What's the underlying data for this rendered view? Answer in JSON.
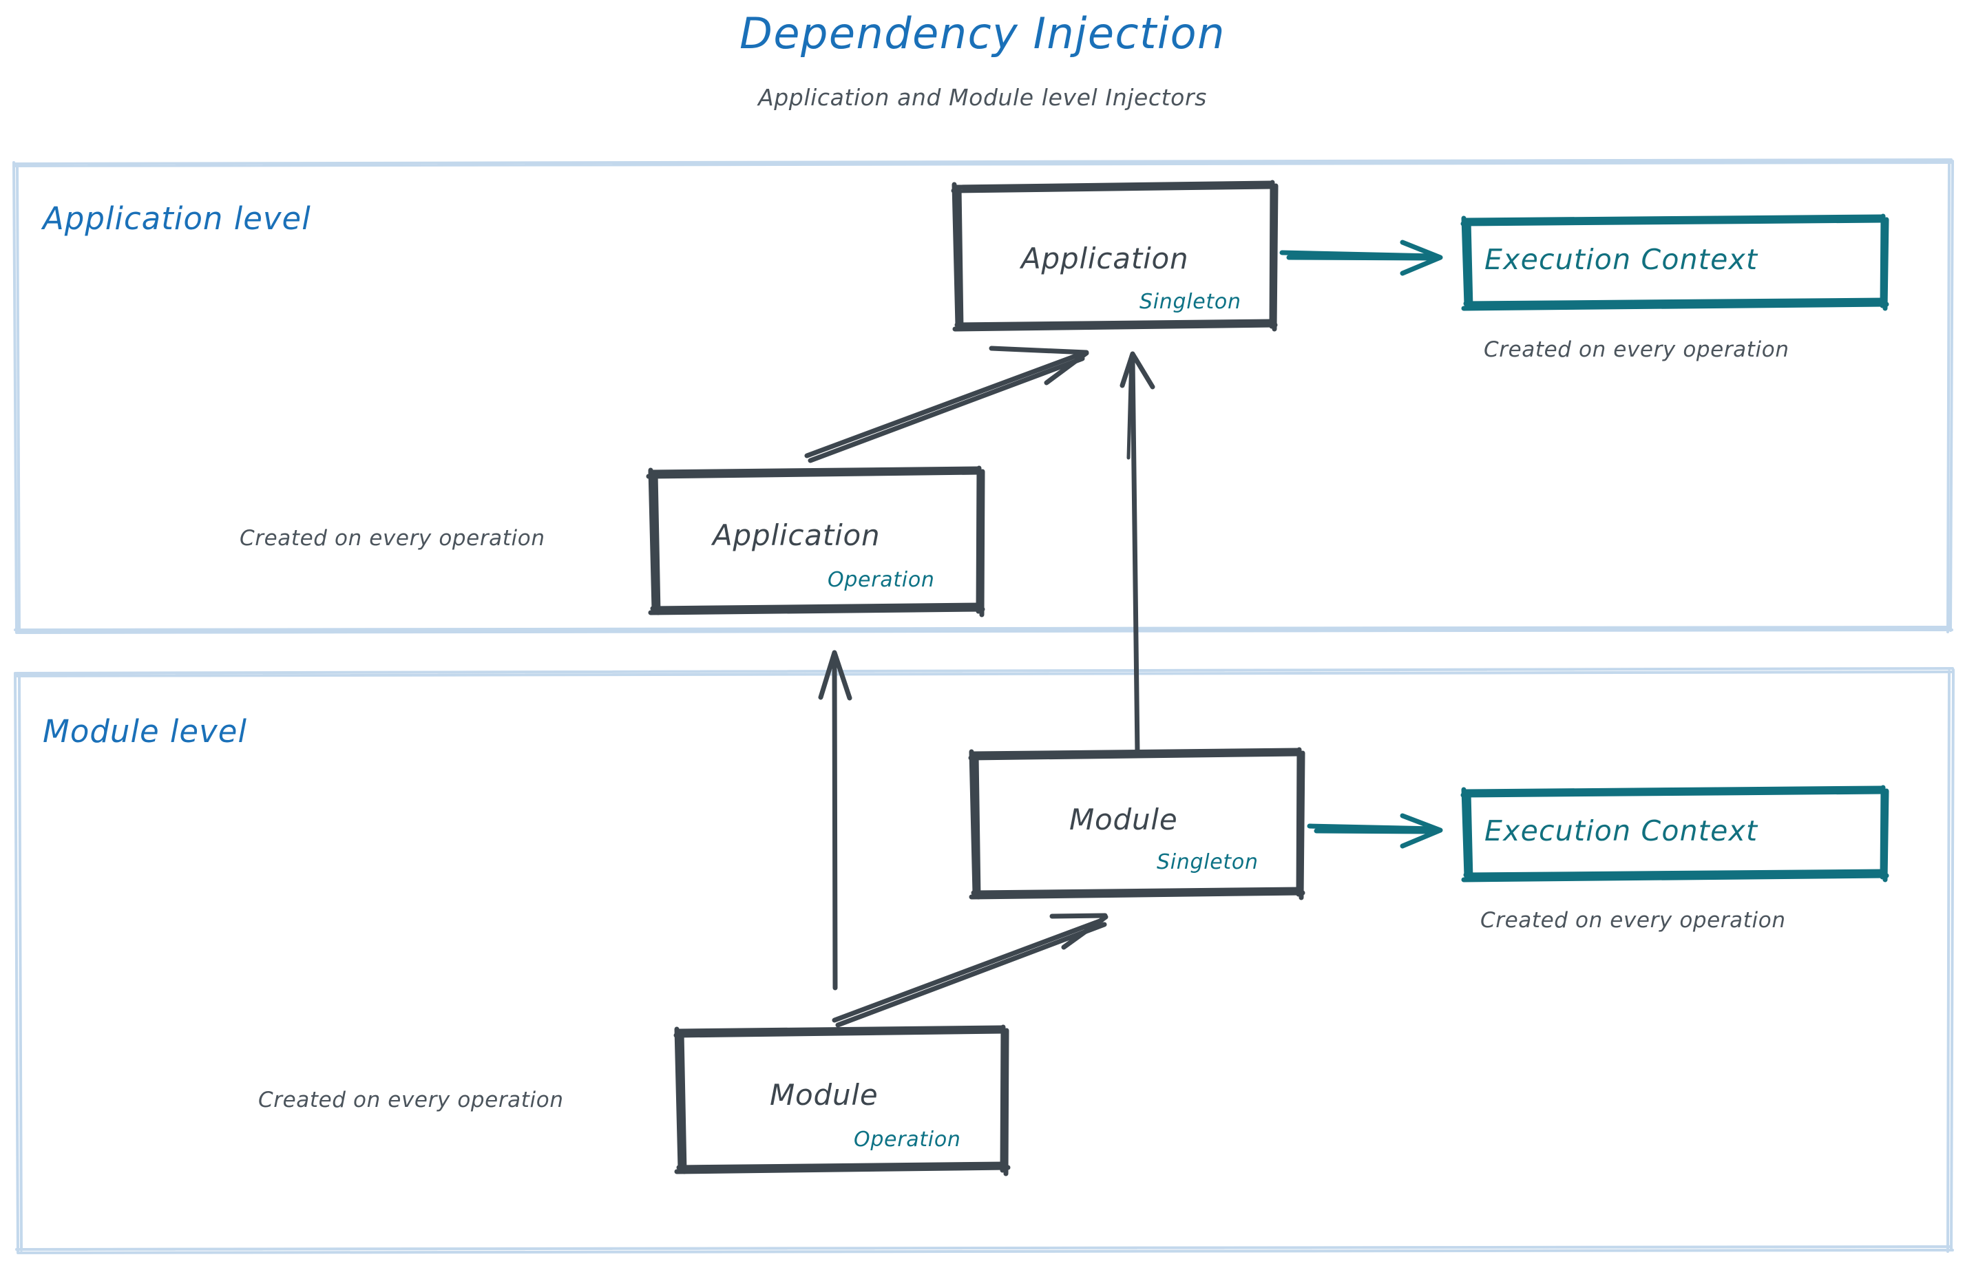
{
  "title": "Dependency Injection",
  "subtitle": "Application and Module level Injectors",
  "colors": {
    "title_blue": "#1a70b8",
    "level_blue": "#1a70b8",
    "container_border": "#b9d1e8",
    "node_stroke": "#3d464e",
    "node_text": "#3d464e",
    "scope_teal": "#0d7285",
    "execution_context_teal": "#11707f",
    "caption_gray": "#4b545c",
    "arrow_dark": "#3d464e",
    "arrow_teal": "#11707f",
    "background": "#ffffff"
  },
  "levels": [
    {
      "id": "application-level",
      "label": "Application level",
      "nodes": [
        {
          "id": "app-singleton",
          "title": "Application",
          "scope": "Singleton"
        },
        {
          "id": "app-operation",
          "title": "Application",
          "scope": "Operation"
        },
        {
          "id": "app-execution-context",
          "title": "Execution Context",
          "scope": ""
        }
      ],
      "captions": [
        {
          "id": "caption-ec-top",
          "text": "Created on every operation"
        },
        {
          "id": "caption-app-op",
          "text": "Created on every operation"
        }
      ]
    },
    {
      "id": "module-level",
      "label": "Module level",
      "nodes": [
        {
          "id": "module-singleton",
          "title": "Module",
          "scope": "Singleton"
        },
        {
          "id": "module-operation",
          "title": "Module",
          "scope": "Operation"
        },
        {
          "id": "module-execution-context",
          "title": "Execution Context",
          "scope": ""
        }
      ],
      "captions": [
        {
          "id": "caption-ec-bottom",
          "text": "Created on every operation"
        },
        {
          "id": "caption-module-op",
          "text": "Created on every operation"
        }
      ]
    }
  ],
  "edges": [
    {
      "id": "edge-app-op-to-app-singleton",
      "from": "app-operation",
      "to": "app-singleton",
      "style": "diagonal-up-right",
      "color": "#3d464e"
    },
    {
      "id": "edge-module-singleton-to-app-singleton",
      "from": "module-singleton",
      "to": "app-singleton",
      "style": "vertical-up",
      "color": "#3d464e"
    },
    {
      "id": "edge-module-op-to-app-op",
      "from": "module-operation",
      "to": "app-operation",
      "style": "vertical-up",
      "color": "#3d464e"
    },
    {
      "id": "edge-module-op-to-module-singleton",
      "from": "module-operation",
      "to": "module-singleton",
      "style": "diagonal-up-right",
      "color": "#3d464e"
    },
    {
      "id": "edge-app-singleton-to-ec",
      "from": "app-singleton",
      "to": "app-execution-context",
      "style": "horizontal-right",
      "color": "#11707f"
    },
    {
      "id": "edge-module-singleton-to-ec",
      "from": "module-singleton",
      "to": "module-execution-context",
      "style": "horizontal-right",
      "color": "#11707f"
    }
  ]
}
